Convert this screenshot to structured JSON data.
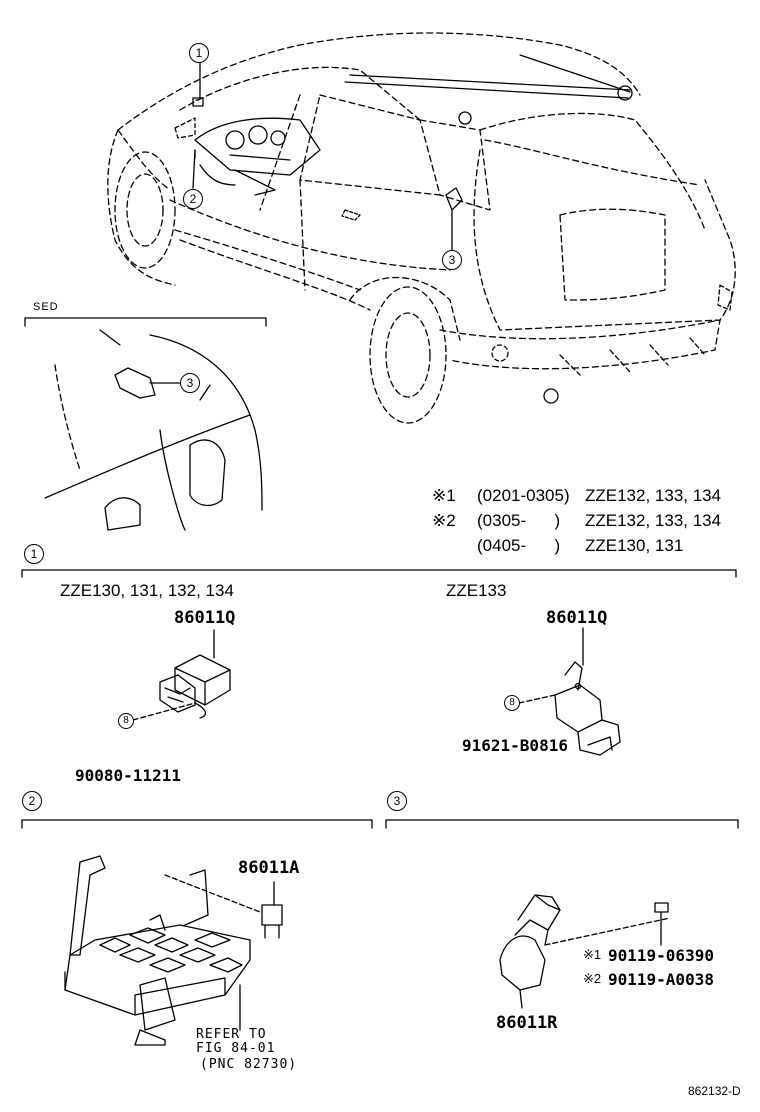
{
  "callouts": {
    "c1": "1",
    "c2": "2",
    "c3": "3"
  },
  "sed_label": "SED",
  "notes": [
    {
      "mark": "※1",
      "code": "(0201-0305)",
      "models": "ZZE132, 133, 134"
    },
    {
      "mark": "※2",
      "code": "(0305-      )",
      "models": "ZZE132, 133, 134"
    },
    {
      "mark": "",
      "code": "(0405-      )",
      "models": "ZZE130, 131"
    }
  ],
  "section1": {
    "number": "1",
    "left": {
      "models": "ZZE130, 131, 132, 134",
      "part": "86011Q",
      "bolt_callout": "8",
      "bolt": "90080-11211"
    },
    "right": {
      "models": "ZZE133",
      "part": "86011Q",
      "bolt_callout": "8",
      "bolt": "91621-B0816"
    }
  },
  "section2": {
    "number": "2",
    "part": "86011A",
    "ref_line1": "REFER TO",
    "ref_line2": "FIG 84-01",
    "ref_line3": "(PNC 82730)"
  },
  "section3": {
    "number": "3",
    "part": "86011R",
    "screw1_mark": "※1",
    "screw1": "90119-06390",
    "screw2_mark": "※2",
    "screw2": "90119-A0038"
  },
  "figure_code": "862132-D"
}
